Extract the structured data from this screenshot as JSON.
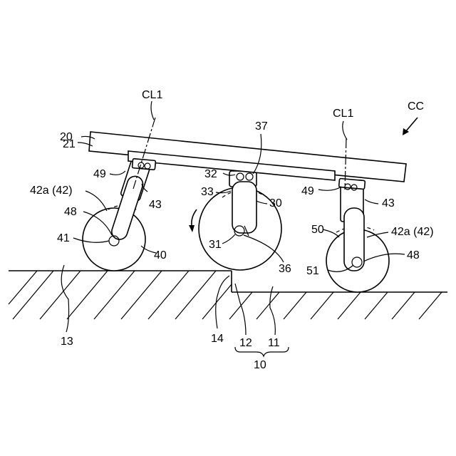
{
  "labels": {
    "cc": "CC",
    "cl1_left": "CL1",
    "cl1_right": "CL1",
    "l20": "20",
    "l21": "21",
    "l37": "37",
    "l49_left": "49",
    "l49_right": "49",
    "l32": "32",
    "l42a_left": "42a (42)",
    "l42a_right": "42a (42)",
    "l33": "33",
    "l30": "30",
    "l43_left": "43",
    "l43_right": "43",
    "l48_left": "48",
    "l48_right": "48",
    "l50": "50",
    "l41": "41",
    "l40": "40",
    "l31": "31",
    "l36": "36",
    "l51": "51",
    "l13": "13",
    "l14": "14",
    "l12": "12",
    "l11": "11",
    "l10": "10"
  }
}
